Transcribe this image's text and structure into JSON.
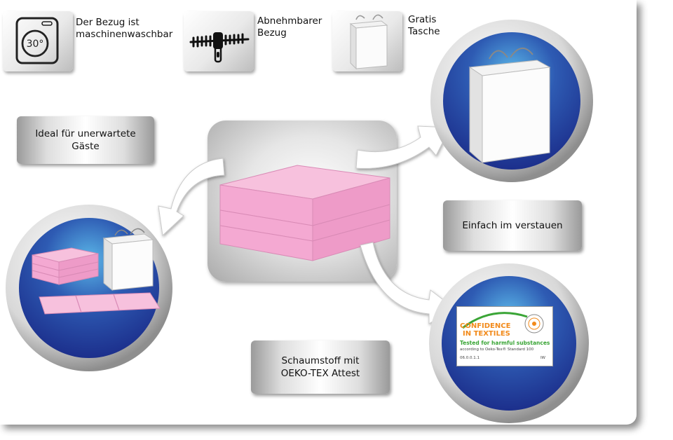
{
  "features": [
    {
      "label": "Der Bezug ist\nmaschinenwaschbar",
      "icon": "washing-30-icon",
      "icon_text": "30°"
    },
    {
      "label": "Abnehmbarer\nBezug",
      "icon": "zipper-icon"
    },
    {
      "label": "Gratis\nTasche",
      "icon": "bag-icon"
    }
  ],
  "callouts": {
    "guests": "Ideal für unerwartete\nGäste",
    "storage": "Einfach im verstauen",
    "foam": "Schaumstoff mit\nOEKO-TEX Attest"
  },
  "certificate": {
    "line1": "CONFIDENCE",
    "line2": "IN TEXTILES",
    "line3": "Tested for harmful substances",
    "line4": "according to Oeko-Tex® Standard 100",
    "number": "06.0.0.1.1",
    "institute": "IW"
  },
  "colors": {
    "mattress_pink": "#f4a9d2",
    "disc_blue": "#1c2f8c",
    "disc_light": "#5bb7e8",
    "cert_green": "#3aa536",
    "cert_orange": "#f28a1a"
  }
}
